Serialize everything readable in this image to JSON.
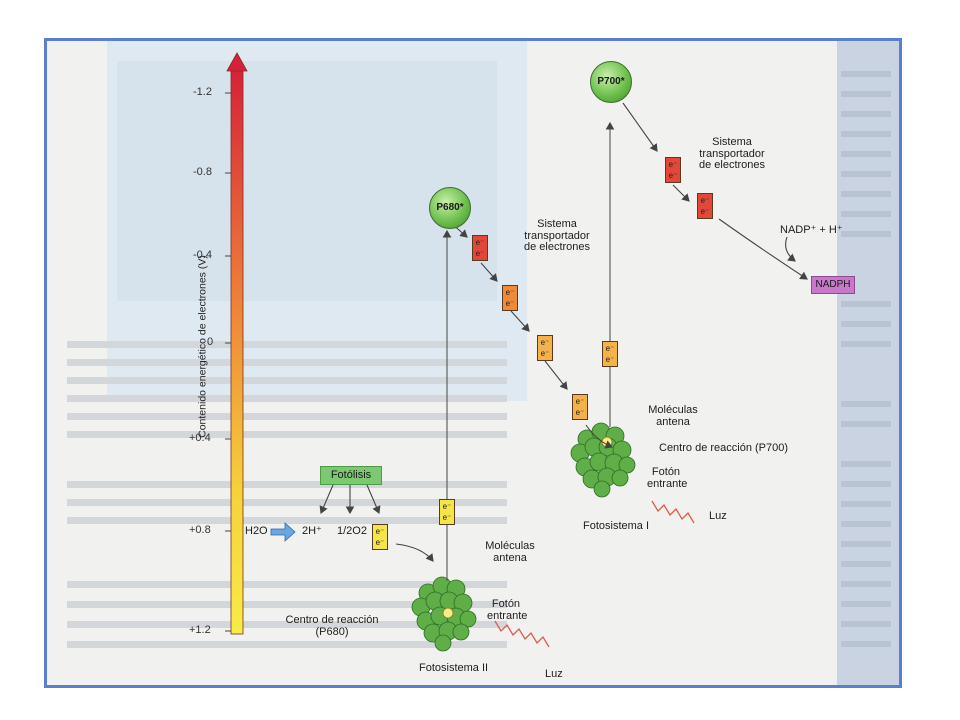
{
  "axis": {
    "label": "Contenido energético de electrones (V)",
    "ticks": [
      "-1.2",
      "-0.8",
      "-0.4",
      "0",
      "+0.4",
      "+0.8",
      "+1.2"
    ]
  },
  "photosystem2": {
    "title": "Fotosistema II",
    "excited": "P680*",
    "antenna": "Moléculas antena",
    "center": "Centro de reacción (P680)",
    "photon": "Fotón entrante",
    "light": "Luz"
  },
  "photosystem1": {
    "title": "Fotosistema I",
    "excited": "P700*",
    "antenna": "Moléculas antena",
    "center": "Centro de reacción (P700)",
    "photon": "Fotón entrante",
    "light": "Luz"
  },
  "transport1": "Sistema transportador de electrones",
  "transport2": "Sistema transportador de electrones",
  "photolysis": {
    "label": "Fotólisis",
    "water": "H2O",
    "protons": "2H⁺",
    "oxygen": "1/2O2"
  },
  "electron": "e⁻",
  "nadp": "NADP⁺ + H⁺",
  "nadph": "NADPH",
  "colors": {
    "frame": "#5b7fcf",
    "red": "#e2473a",
    "orange": "#ef8a3a",
    "yellow": "#f5e44a",
    "green": "#6fc04e",
    "magenta": "#c778c8"
  }
}
